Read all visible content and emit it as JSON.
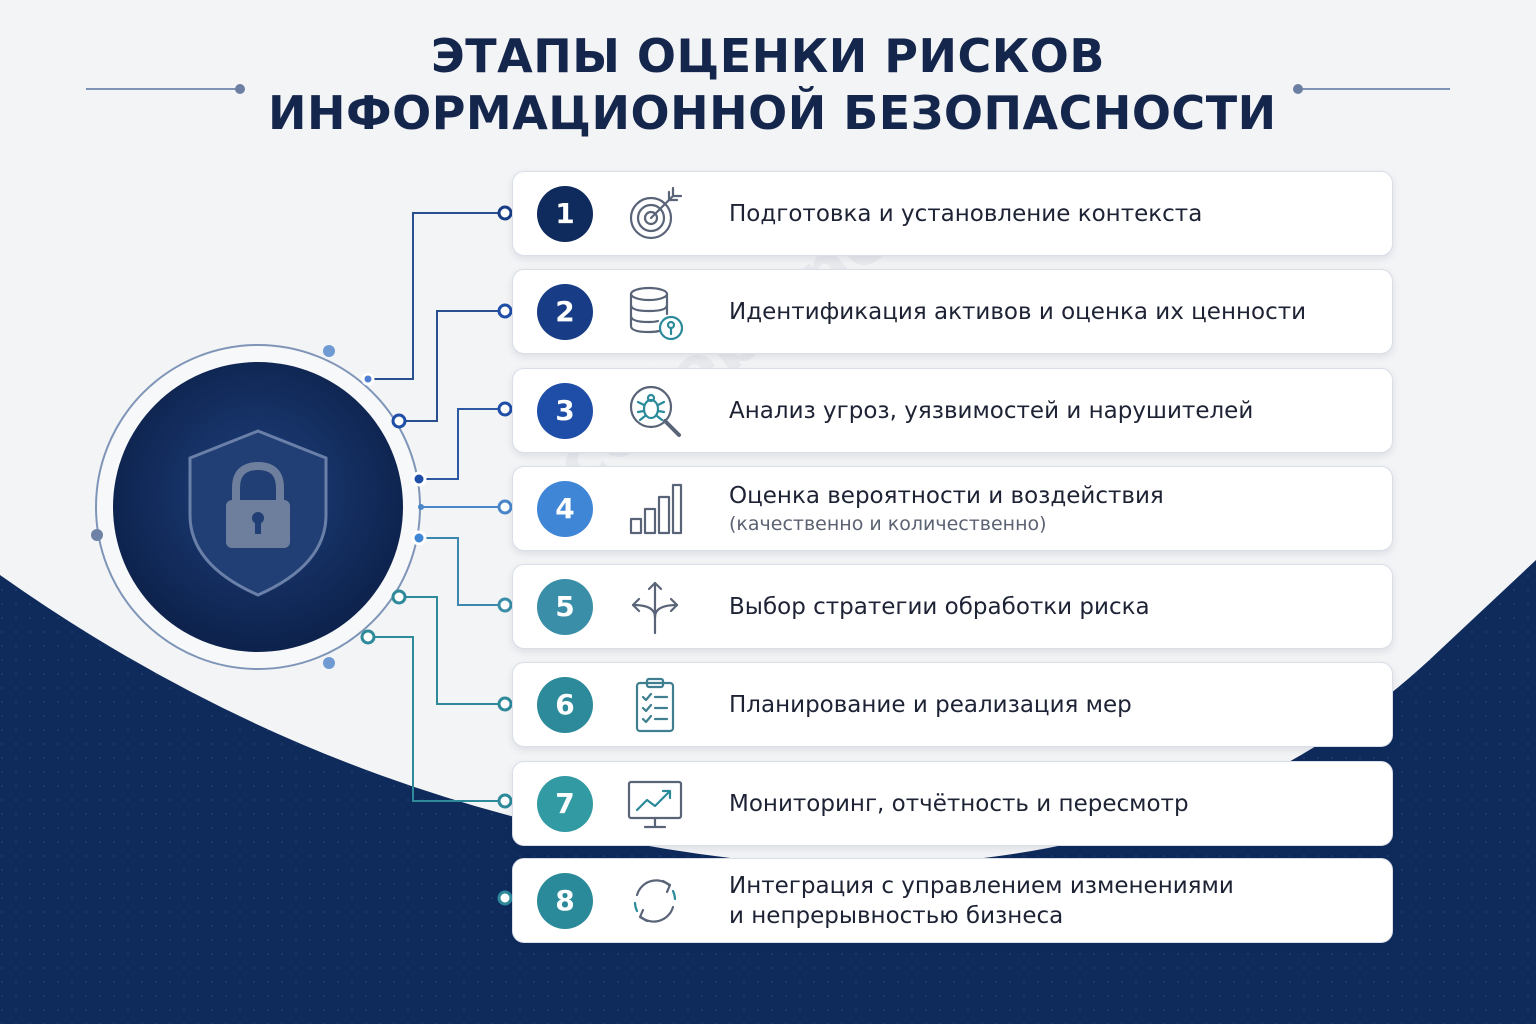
{
  "title": {
    "line1": "ЭТАПЫ ОЦЕНКИ РИСКОВ",
    "line2": "ИНФОРМАЦИОННОЙ БЕЗОПАСНОСТИ"
  },
  "center": {
    "icon": "shield-lock-icon"
  },
  "watermark": "codeby.net",
  "colors": {
    "navy": "#10295a",
    "title": "#15264d",
    "connector": "#2b5096",
    "teal": "#2a8a9a"
  },
  "steps": [
    {
      "number": "1",
      "label": "Подготовка и установление контекста",
      "icon": "target-icon",
      "color": "#0f2a5c"
    },
    {
      "number": "2",
      "label": "Идентификация активов и оценка их ценности",
      "icon": "database-icon",
      "color": "#183d86"
    },
    {
      "number": "3",
      "label": "Анализ угроз, уязвимостей и нарушителей",
      "icon": "bug-search-icon",
      "color": "#1f4ea8"
    },
    {
      "number": "4",
      "label": "Оценка вероятности и воздействия",
      "note": "(качественно и количественно)",
      "icon": "bar-chart-icon",
      "color": "#3f86d6"
    },
    {
      "number": "5",
      "label": "Выбор стратегии обработки риска",
      "icon": "arrows-split-icon",
      "color": "#3a8ea8"
    },
    {
      "number": "6",
      "label": "Планирование и реализация мер",
      "icon": "checklist-icon",
      "color": "#2c8a9a"
    },
    {
      "number": "7",
      "label": "Мониторинг, отчётность и пересмотр",
      "icon": "monitor-chart-icon",
      "color": "#329aa3"
    },
    {
      "number": "8",
      "label": "Интеграция с управлением изменениями",
      "note": "и непрерывностью бизнеса",
      "icon": "cycle-arrows-icon",
      "color": "#2a8a9a"
    }
  ]
}
